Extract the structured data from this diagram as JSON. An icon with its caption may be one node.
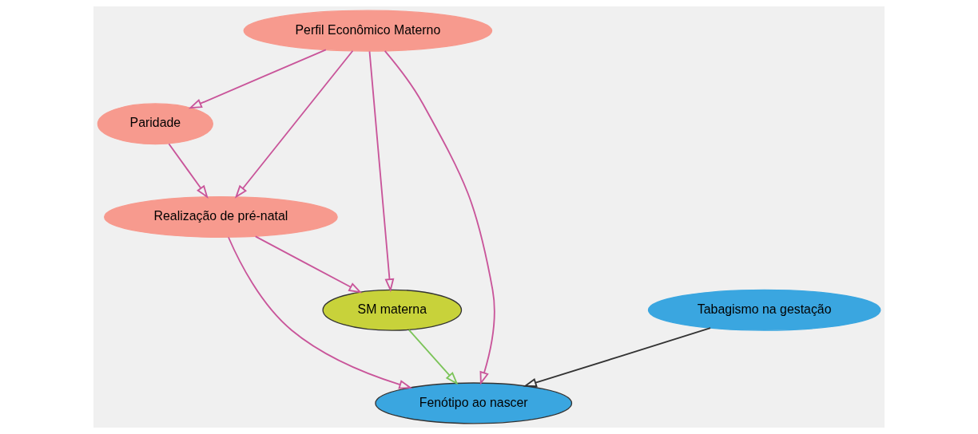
{
  "diagram": {
    "nodes": [
      {
        "text": [
          "Perfil Econômico Materno"
        ]
      },
      {
        "text": [
          "Paridade"
        ]
      },
      {
        "text": [
          "Tabagismo na gestação"
        ]
      },
      {
        "text": [
          "Realização de pré-natal"
        ]
      },
      {
        "text": [
          "SM materna"
        ]
      },
      {
        "text": [
          "Fenótipo ao nascer"
        ]
      }
    ],
    "edges": [
      {
        "from": 0,
        "to": 1,
        "arrow": "to"
      },
      {
        "from": 0,
        "to": 3,
        "arrow": "to"
      },
      {
        "from": 0,
        "to": 4,
        "arrow": "to"
      },
      {
        "from": 0,
        "to": 5,
        "arrow": "to"
      },
      {
        "from": 1,
        "to": 3,
        "arrow": "to"
      },
      {
        "from": 3,
        "to": 4,
        "arrow": "to"
      },
      {
        "from": 3,
        "to": 5,
        "arrow": "to"
      },
      {
        "from": 2,
        "to": 5,
        "arrow": "to",
        "color": "#333333"
      },
      {
        "from": 4,
        "to": 5,
        "arrow": "to",
        "color": "#7cc45a"
      }
    ]
  }
}
